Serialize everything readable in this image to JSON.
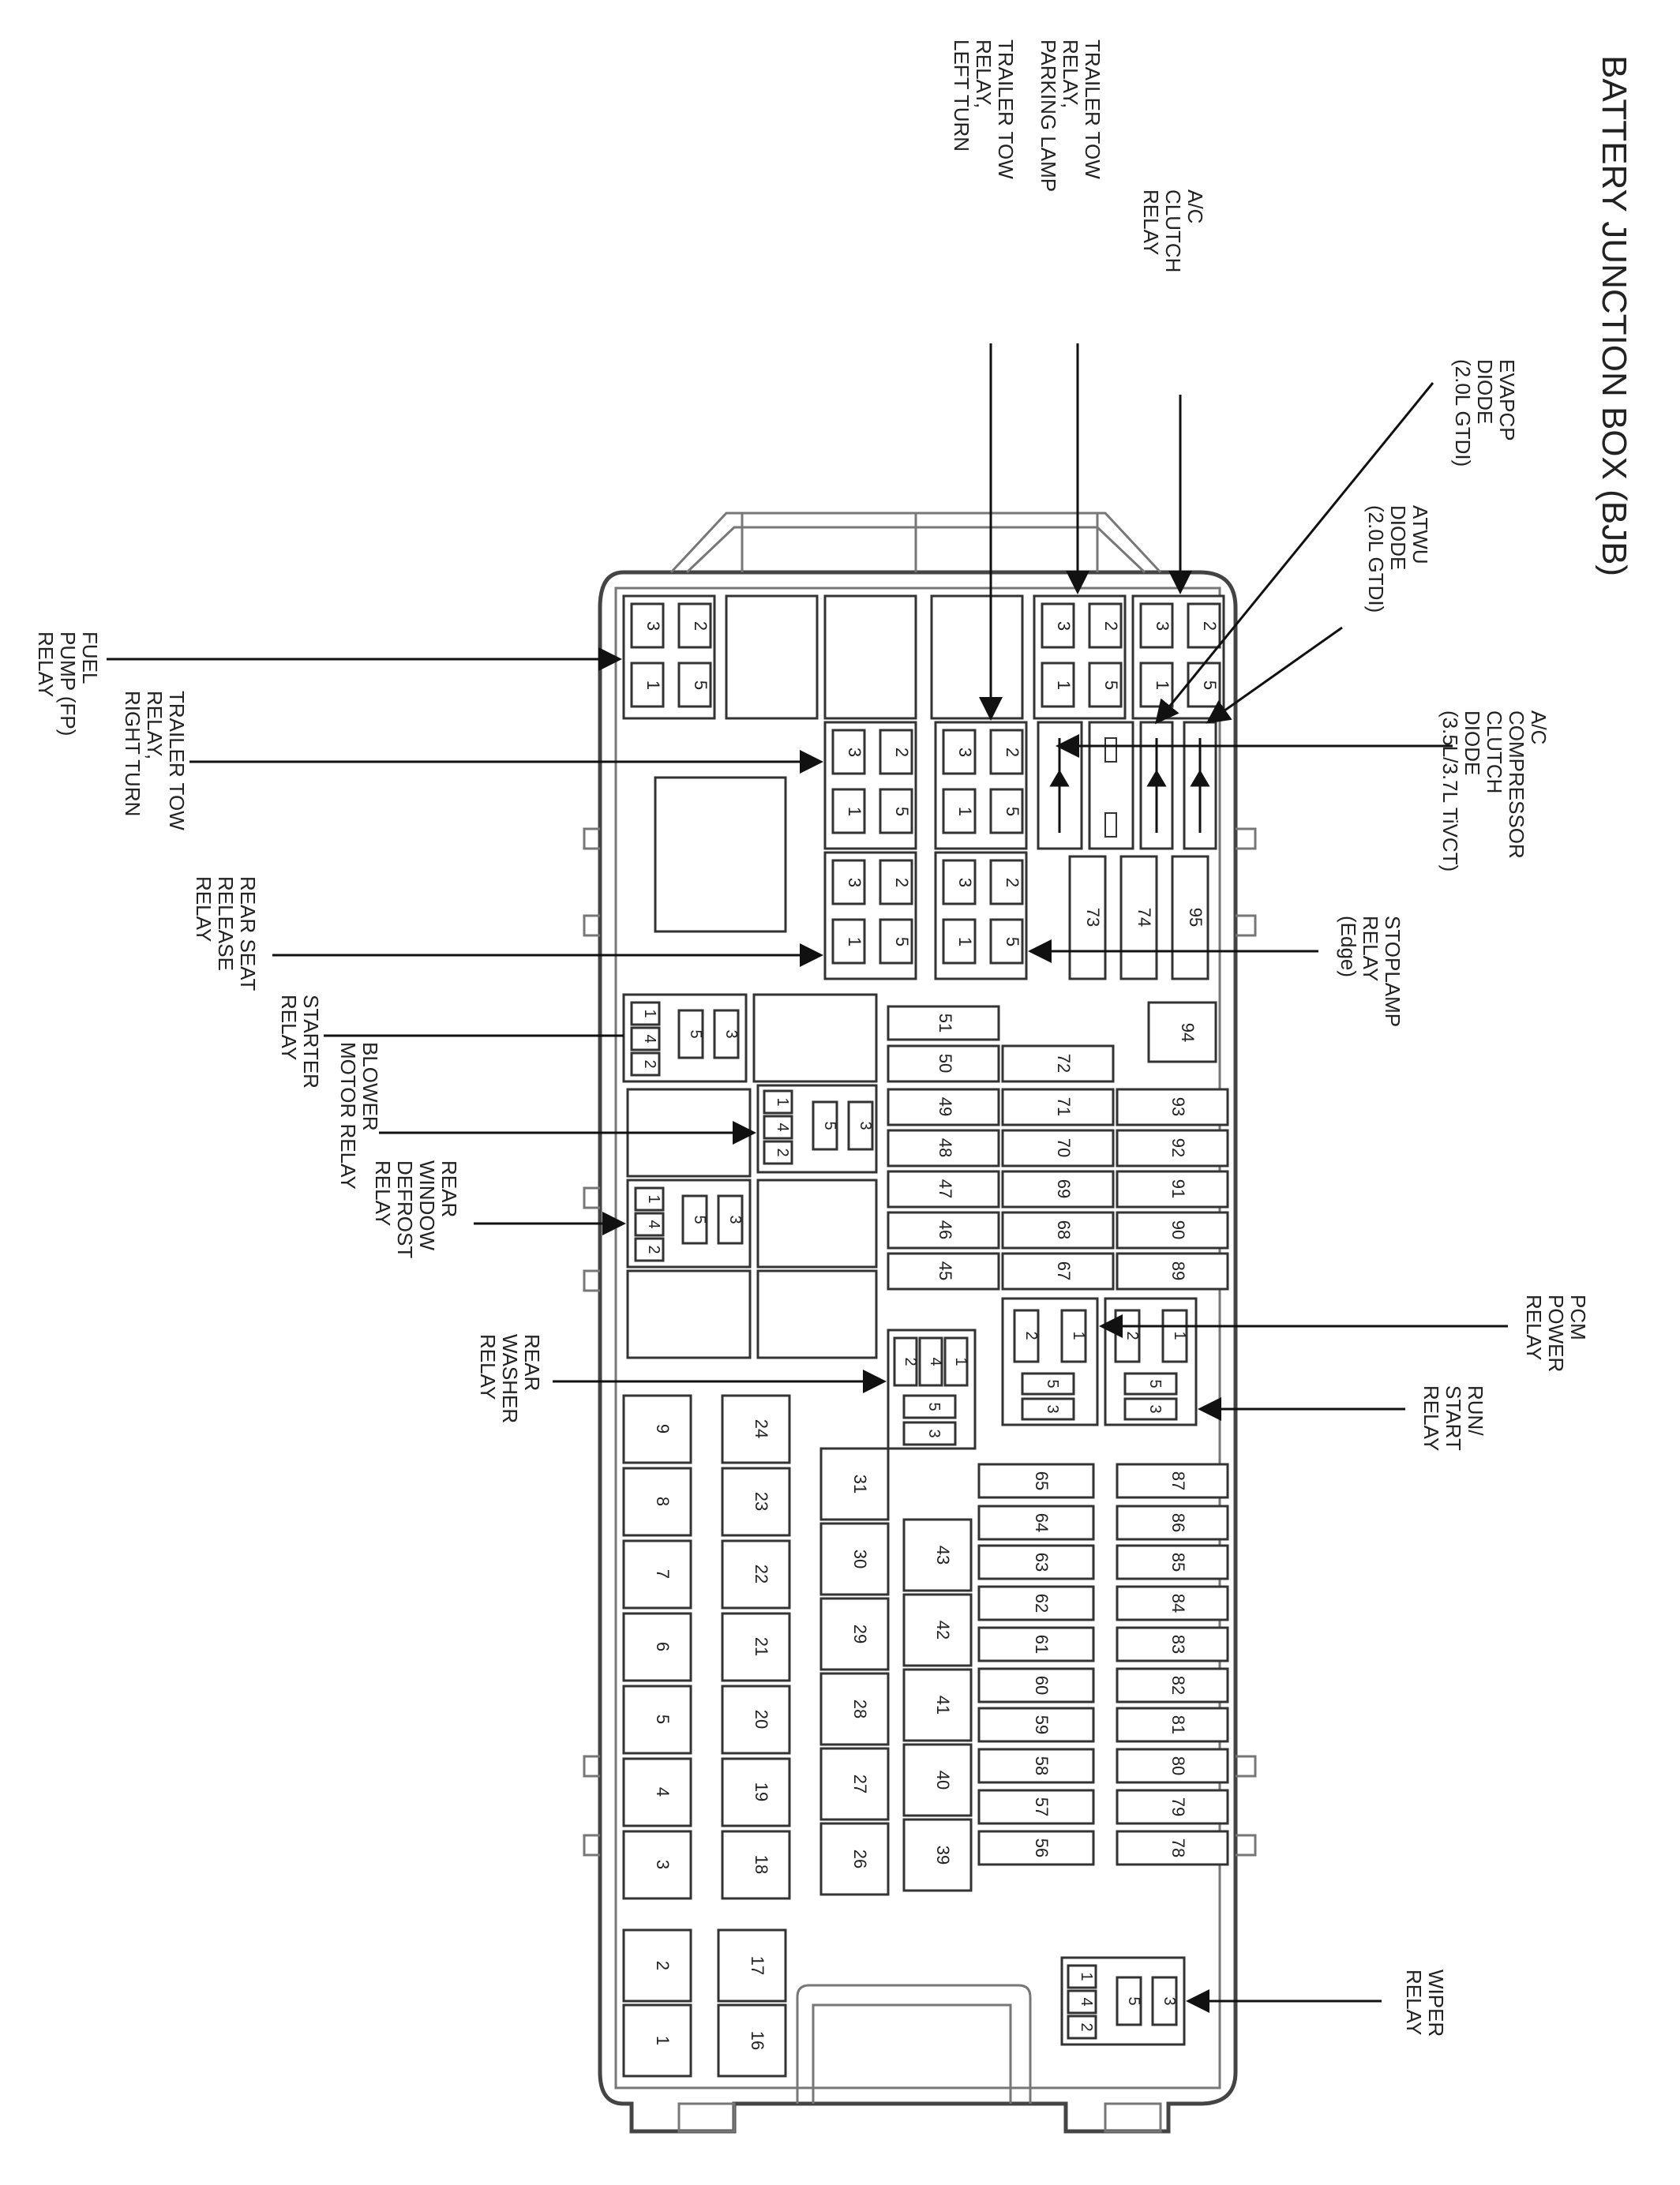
{
  "title": "BATTERY JUNCTION BOX (BJB)",
  "colors": {
    "line": "#333333",
    "text": "#222222",
    "background": "#ffffff"
  },
  "labels": {
    "fuel_pump_relay": [
      "FUEL",
      "PUMP (FP)",
      "RELAY"
    ],
    "trailer_tow_right": [
      "TRAILER TOW",
      "RELAY,",
      "RIGHT TURN"
    ],
    "rear_seat_release": [
      "REAR SEAT",
      "RELEASE",
      "RELAY"
    ],
    "starter_relay": [
      "STARTER",
      "RELAY"
    ],
    "blower_motor_relay": [
      "BLOWER",
      "MOTOR RELAY"
    ],
    "rear_window_defrost": [
      "REAR",
      "WINDOW",
      "DEFROST",
      "RELAY"
    ],
    "rear_washer": [
      "REAR",
      "WASHER",
      "RELAY"
    ],
    "trailer_tow_left": [
      "TRAILER TOW",
      "RELAY,",
      "LEFT TURN"
    ],
    "trailer_tow_parking": [
      "TRAILER TOW",
      "RELAY,",
      "PARKING LAMP"
    ],
    "ac_clutch_relay": [
      "A/C",
      "CLUTCH",
      "RELAY"
    ],
    "evapcp_diode": [
      "EVAPCP",
      "DIODE",
      "(2.0L GTDI)"
    ],
    "atwu_diode": [
      "ATWU",
      "DIODE",
      "(2.0L GTDI)"
    ],
    "ac_compressor_diode": [
      "A/C",
      "COMPRESSOR",
      "CLUTCH",
      "DIODE",
      "(3.5L/3.7L TiVCT)"
    ],
    "stoplamp_relay": [
      "STOPLAMP",
      "RELAY",
      "(Edge)"
    ],
    "pcm_power_relay": [
      "PCM",
      "POWER",
      "RELAY"
    ],
    "run_start_relay": [
      "RUN/",
      "START",
      "RELAY"
    ],
    "wiper_relay": [
      "WIPER",
      "RELAY"
    ]
  },
  "pins": {
    "p1": "1",
    "p2": "2",
    "p3": "3",
    "p4": "4",
    "p5": "5"
  },
  "fuses": {
    "f1": "1",
    "f2": "2",
    "f3": "3",
    "f4": "4",
    "f5": "5",
    "f6": "6",
    "f7": "7",
    "f8": "8",
    "f9": "9",
    "f16": "16",
    "f17": "17",
    "f18": "18",
    "f19": "19",
    "f20": "20",
    "f21": "21",
    "f22": "22",
    "f23": "23",
    "f24": "24",
    "f26": "26",
    "f27": "27",
    "f28": "28",
    "f29": "29",
    "f30": "30",
    "f31": "31",
    "f39": "39",
    "f40": "40",
    "f41": "41",
    "f42": "42",
    "f43": "43",
    "f45": "45",
    "f46": "46",
    "f47": "47",
    "f48": "48",
    "f49": "49",
    "f50": "50",
    "f51": "51",
    "f56": "56",
    "f57": "57",
    "f58": "58",
    "f59": "59",
    "f60": "60",
    "f61": "61",
    "f62": "62",
    "f63": "63",
    "f64": "64",
    "f65": "65",
    "f67": "67",
    "f68": "68",
    "f69": "69",
    "f70": "70",
    "f71": "71",
    "f72": "72",
    "f73": "73",
    "f74": "74",
    "f78": "78",
    "f79": "79",
    "f80": "80",
    "f81": "81",
    "f82": "82",
    "f83": "83",
    "f84": "84",
    "f85": "85",
    "f86": "86",
    "f87": "87",
    "f89": "89",
    "f90": "90",
    "f91": "91",
    "f92": "92",
    "f93": "93",
    "f94": "94",
    "f95": "95"
  }
}
